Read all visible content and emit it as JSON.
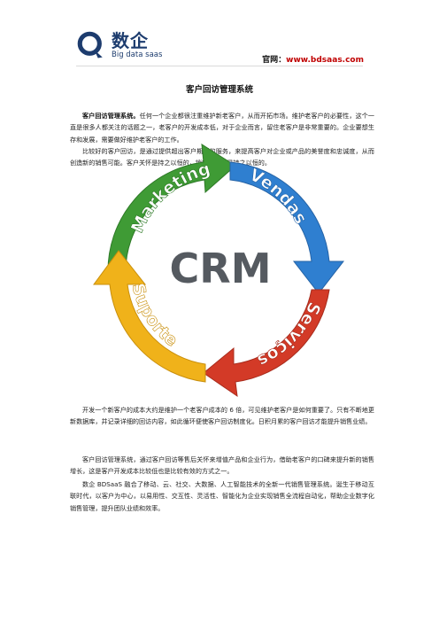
{
  "header": {
    "logo_cn": "数企",
    "logo_en": "Big data saas",
    "site_label": "官网：",
    "site_url": "www.bdsaas.com"
  },
  "doc": {
    "title": "客户回访管理系统",
    "p1_bold": "客户回访管理系统。",
    "p1_text": "任何一个企业都很注重维护新老客户，从而开拓市场。维护老客户的必要性，这个一直是很多人都关注的话题之一，老客户的开发成本低，对于企业而言，留住老客户是非常重要的。企业要想生存和发展，需要做好维护老客户的工作。",
    "p2": "比较好的客户回访，是通过提供超出客户期望的服务，来提高客户对企业或产品的美誉度和忠诚度，从而创造新的销售可能。客户关怀是持之以恒的，销售服务也是持之以恒的。",
    "p3": "开发一个新客户的成本大约是维护一个老客户成本的 6 倍，可见维护老客户是如何重要了。只有不断地更新数据库，并记录详细的回访内容，如此循环便使客户回访制度化。日积月累的客户回访才能提升销售业绩。",
    "p4": "客户回访管理系统，通过客户回访等售后关怀来增值产品和企业行为，借助老客户的口碑来提升新的销售增长，这是客户开发成本比较低也是比较有效的方式之一。",
    "p5": "数企 BDSaaS 融合了移动、云、社交、大数据、人工智能技术的全新一代销售管理系统。诞生于移动互联时代，以客户为中心，以易用性、交互性、灵活性、智能化为企业实现销售全流程自动化，帮助企业数字化销售管理，提升团队业绩和效率。"
  },
  "crm_diagram": {
    "center": "CRM",
    "segments": [
      "Marketing",
      "Vendas",
      "Serviços",
      "Suporte"
    ],
    "colors": {
      "green": "#3f9b35",
      "blue": "#2f7fd0",
      "red": "#d33a27",
      "yellow": "#f0b21a",
      "center": "#555a60"
    }
  }
}
